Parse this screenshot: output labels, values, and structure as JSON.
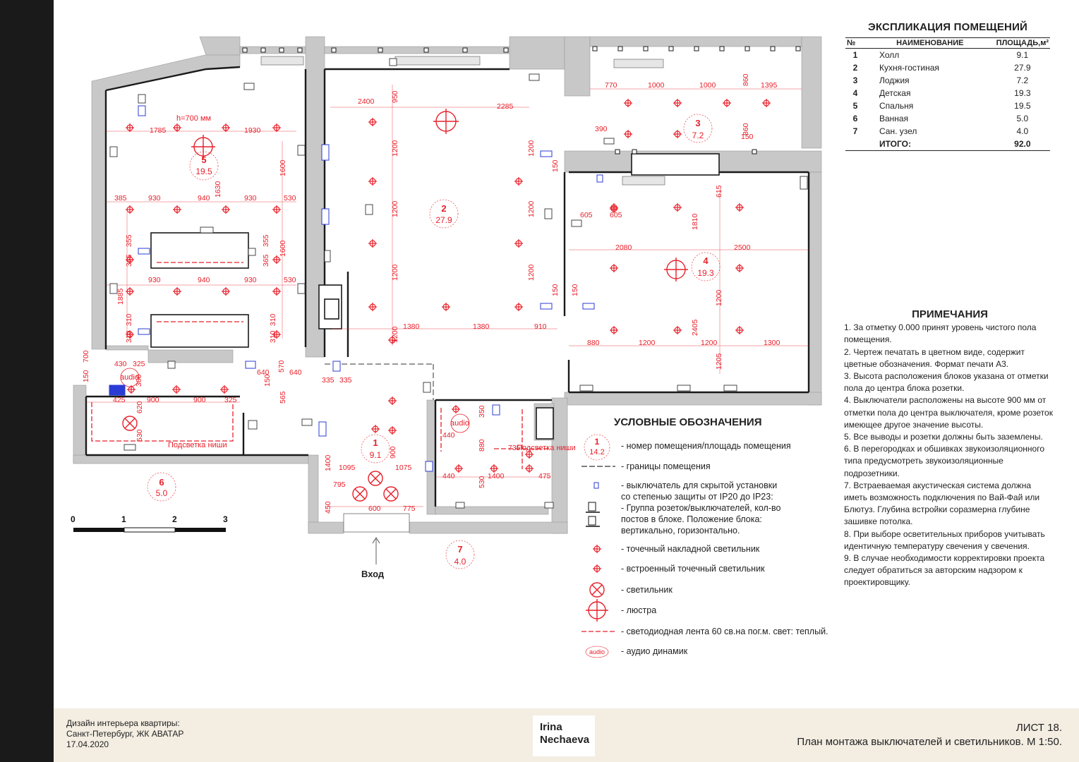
{
  "explication": {
    "title": "ЭКСПЛИКАЦИЯ ПОМЕЩЕНИЙ",
    "headers": [
      "№",
      "НАИМЕНОВАНИЕ",
      "ПЛОЩАДЬ,м²"
    ],
    "rows": [
      {
        "num": "1",
        "name": "Холл",
        "area": "9.1"
      },
      {
        "num": "2",
        "name": "Кухня-гостиная",
        "area": "27.9"
      },
      {
        "num": "3",
        "name": "Лоджия",
        "area": "7.2"
      },
      {
        "num": "4",
        "name": "Детская",
        "area": "19.3"
      },
      {
        "num": "5",
        "name": "Спальня",
        "area": "19.5"
      },
      {
        "num": "6",
        "name": "Ванная",
        "area": "5.0"
      },
      {
        "num": "7",
        "name": "Сан. узел",
        "area": "4.0"
      }
    ],
    "total_label": "ИТОГО:",
    "total_area": "92.0"
  },
  "notes": {
    "title": "ПРИМЕЧАНИЯ",
    "items": [
      "1. За отметку 0.000 принят уровень чистого пола помещения.",
      "2. Чертеж печатать в цветном виде, содержит цветные обозначения. Формат печати А3.",
      "3. Высота расположения блоков указана от отметки пола до центра блока розетки.",
      "4. Выключатели расположены на высоте 900 мм от отметки пола до центра выключателя, кроме розеток имеющее другое значение высоты.",
      "5. Все выводы и розетки должны быть заземлены.",
      "6. В перегородках и обшивках звукоизоляционного типа предусмотреть звукоизоляционные подрозетники.",
      "7. Встраеваемая акустическая система должна иметь возможность подключения по Вай-Фай или Блютуз. Глубина встройки соразмерна глубине зашивке потолка.",
      "8. При выборе осветительных приборов учитывать идентичную температуру свечения у свечения.",
      "9. В случае необходимости корректировки проекта следует обратиться за авторским надзором к проектировщику."
    ]
  },
  "legend": {
    "title": "УСЛОВНЫЕ ОБОЗНАЧЕНИЯ",
    "sample_num": "1",
    "sample_area": "14.2",
    "audio_word": "audio",
    "items": [
      "- номер помещения/площадь помещения",
      "- границы помещения",
      "- выключатель для скрытой установки",
      "со степенью защиты от IP20 до IP23:",
      "- Группа розеток/выключателей, кол-во",
      "постов в блоке. Положение блока:",
      "вертикально, горизонтально.",
      "- точечный накладной светильник",
      "- встроенный точечный светильник",
      "- светильник",
      "- люстра",
      "- светодиодная лента 60 св.на пог.м.  свет: теплый.",
      "- аудио динамик"
    ]
  },
  "rooms": [
    {
      "num": "1",
      "area": "9.1"
    },
    {
      "num": "2",
      "area": "27.9"
    },
    {
      "num": "3",
      "area": "7.2"
    },
    {
      "num": "4",
      "area": "19.3"
    },
    {
      "num": "5",
      "area": "19.5"
    },
    {
      "num": "6",
      "area": "5.0"
    },
    {
      "num": "7",
      "area": "4.0"
    }
  ],
  "plan_labels": {
    "height_note": "h=700 мм",
    "niche_light": "Подсветка ниши",
    "entrance": "Вход",
    "audio": "audio",
    "scale": [
      "0",
      "1",
      "2",
      "3"
    ]
  },
  "dimensions": {
    "d2400": "2400",
    "d2285": "2285",
    "d950": "950",
    "d1200": "1200",
    "d1380": "1380",
    "d910": "910",
    "d150": "150",
    "d770": "770",
    "d1000": "1000",
    "d860": "860",
    "d1395": "1395",
    "d390": "390",
    "d1785": "1785",
    "d1930": "1930",
    "d1600": "1600",
    "d1630": "1630",
    "d385": "385",
    "d930": "930",
    "d940": "940",
    "d530": "530",
    "d365": "365",
    "d355": "355",
    "d310": "310",
    "d1885": "1885",
    "d605": "605",
    "d615": "615",
    "d1810": "1810",
    "d2080": "2080",
    "d2500": "2500",
    "d880": "880",
    "d1300": "1300",
    "d2405": "2405",
    "d1205": "1205",
    "d430": "430",
    "d325": "325",
    "d700": "700",
    "d640": "640",
    "d570": "570",
    "d300": "300",
    "d565": "565",
    "d335": "335",
    "d425": "425",
    "d900": "900",
    "d620": "620",
    "d530b": "530",
    "d1095": "1095",
    "d1075": "1075",
    "d795": "795",
    "d600": "600",
    "d775": "775",
    "d450": "450",
    "d1400": "1400",
    "d440": "440",
    "d350": "350",
    "d735": "735",
    "d475": "475"
  },
  "footer": {
    "line1": "Дизайн интерьера квартиры:",
    "line2": "Санкт-Петербург, ЖК АВАТАР",
    "line3": "17.04.2020",
    "logo1": "Irina",
    "logo2": "Nechaeva",
    "sheet": "ЛИСТ 18.",
    "sheet_title": "План монтажа выключателей и светильников. М 1:50."
  },
  "colors": {
    "wall": "#c8c8c8",
    "wall_dark": "#1a1a1a",
    "lighting": "#e8202a",
    "switch": "#2b3bd6",
    "footer_bg": "#f3ede2"
  }
}
